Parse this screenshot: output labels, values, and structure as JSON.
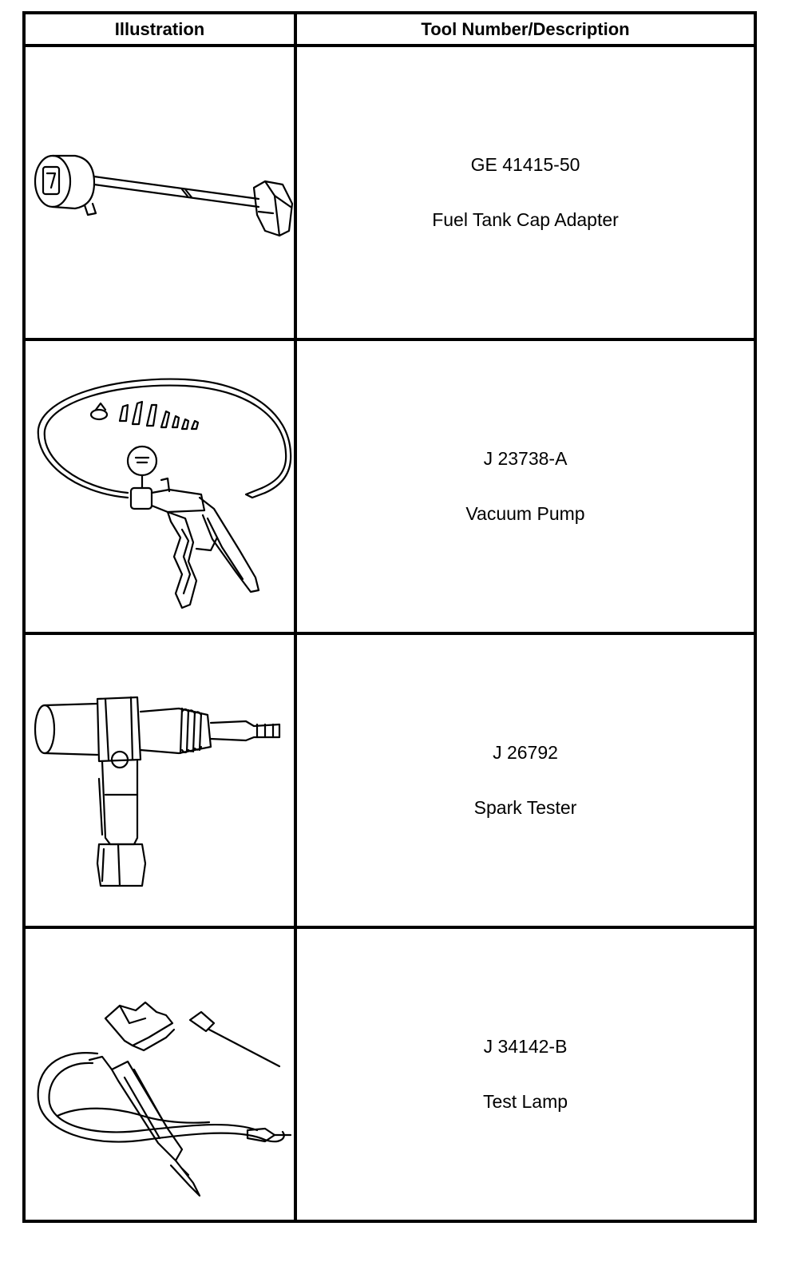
{
  "table": {
    "headers": {
      "illustration": "Illustration",
      "tool": "Tool Number/Description"
    },
    "rows": [
      {
        "number": "GE 41415-50",
        "description": "Fuel Tank Cap Adapter",
        "icon": "fuel-tank-cap-adapter-illustration"
      },
      {
        "number": "J 23738-A",
        "description": "Vacuum Pump",
        "icon": "vacuum-pump-illustration"
      },
      {
        "number": "J 26792",
        "description": "Spark Tester",
        "icon": "spark-tester-illustration"
      },
      {
        "number": "J 34142-B",
        "description": "Test Lamp",
        "icon": "test-lamp-illustration"
      }
    ]
  }
}
